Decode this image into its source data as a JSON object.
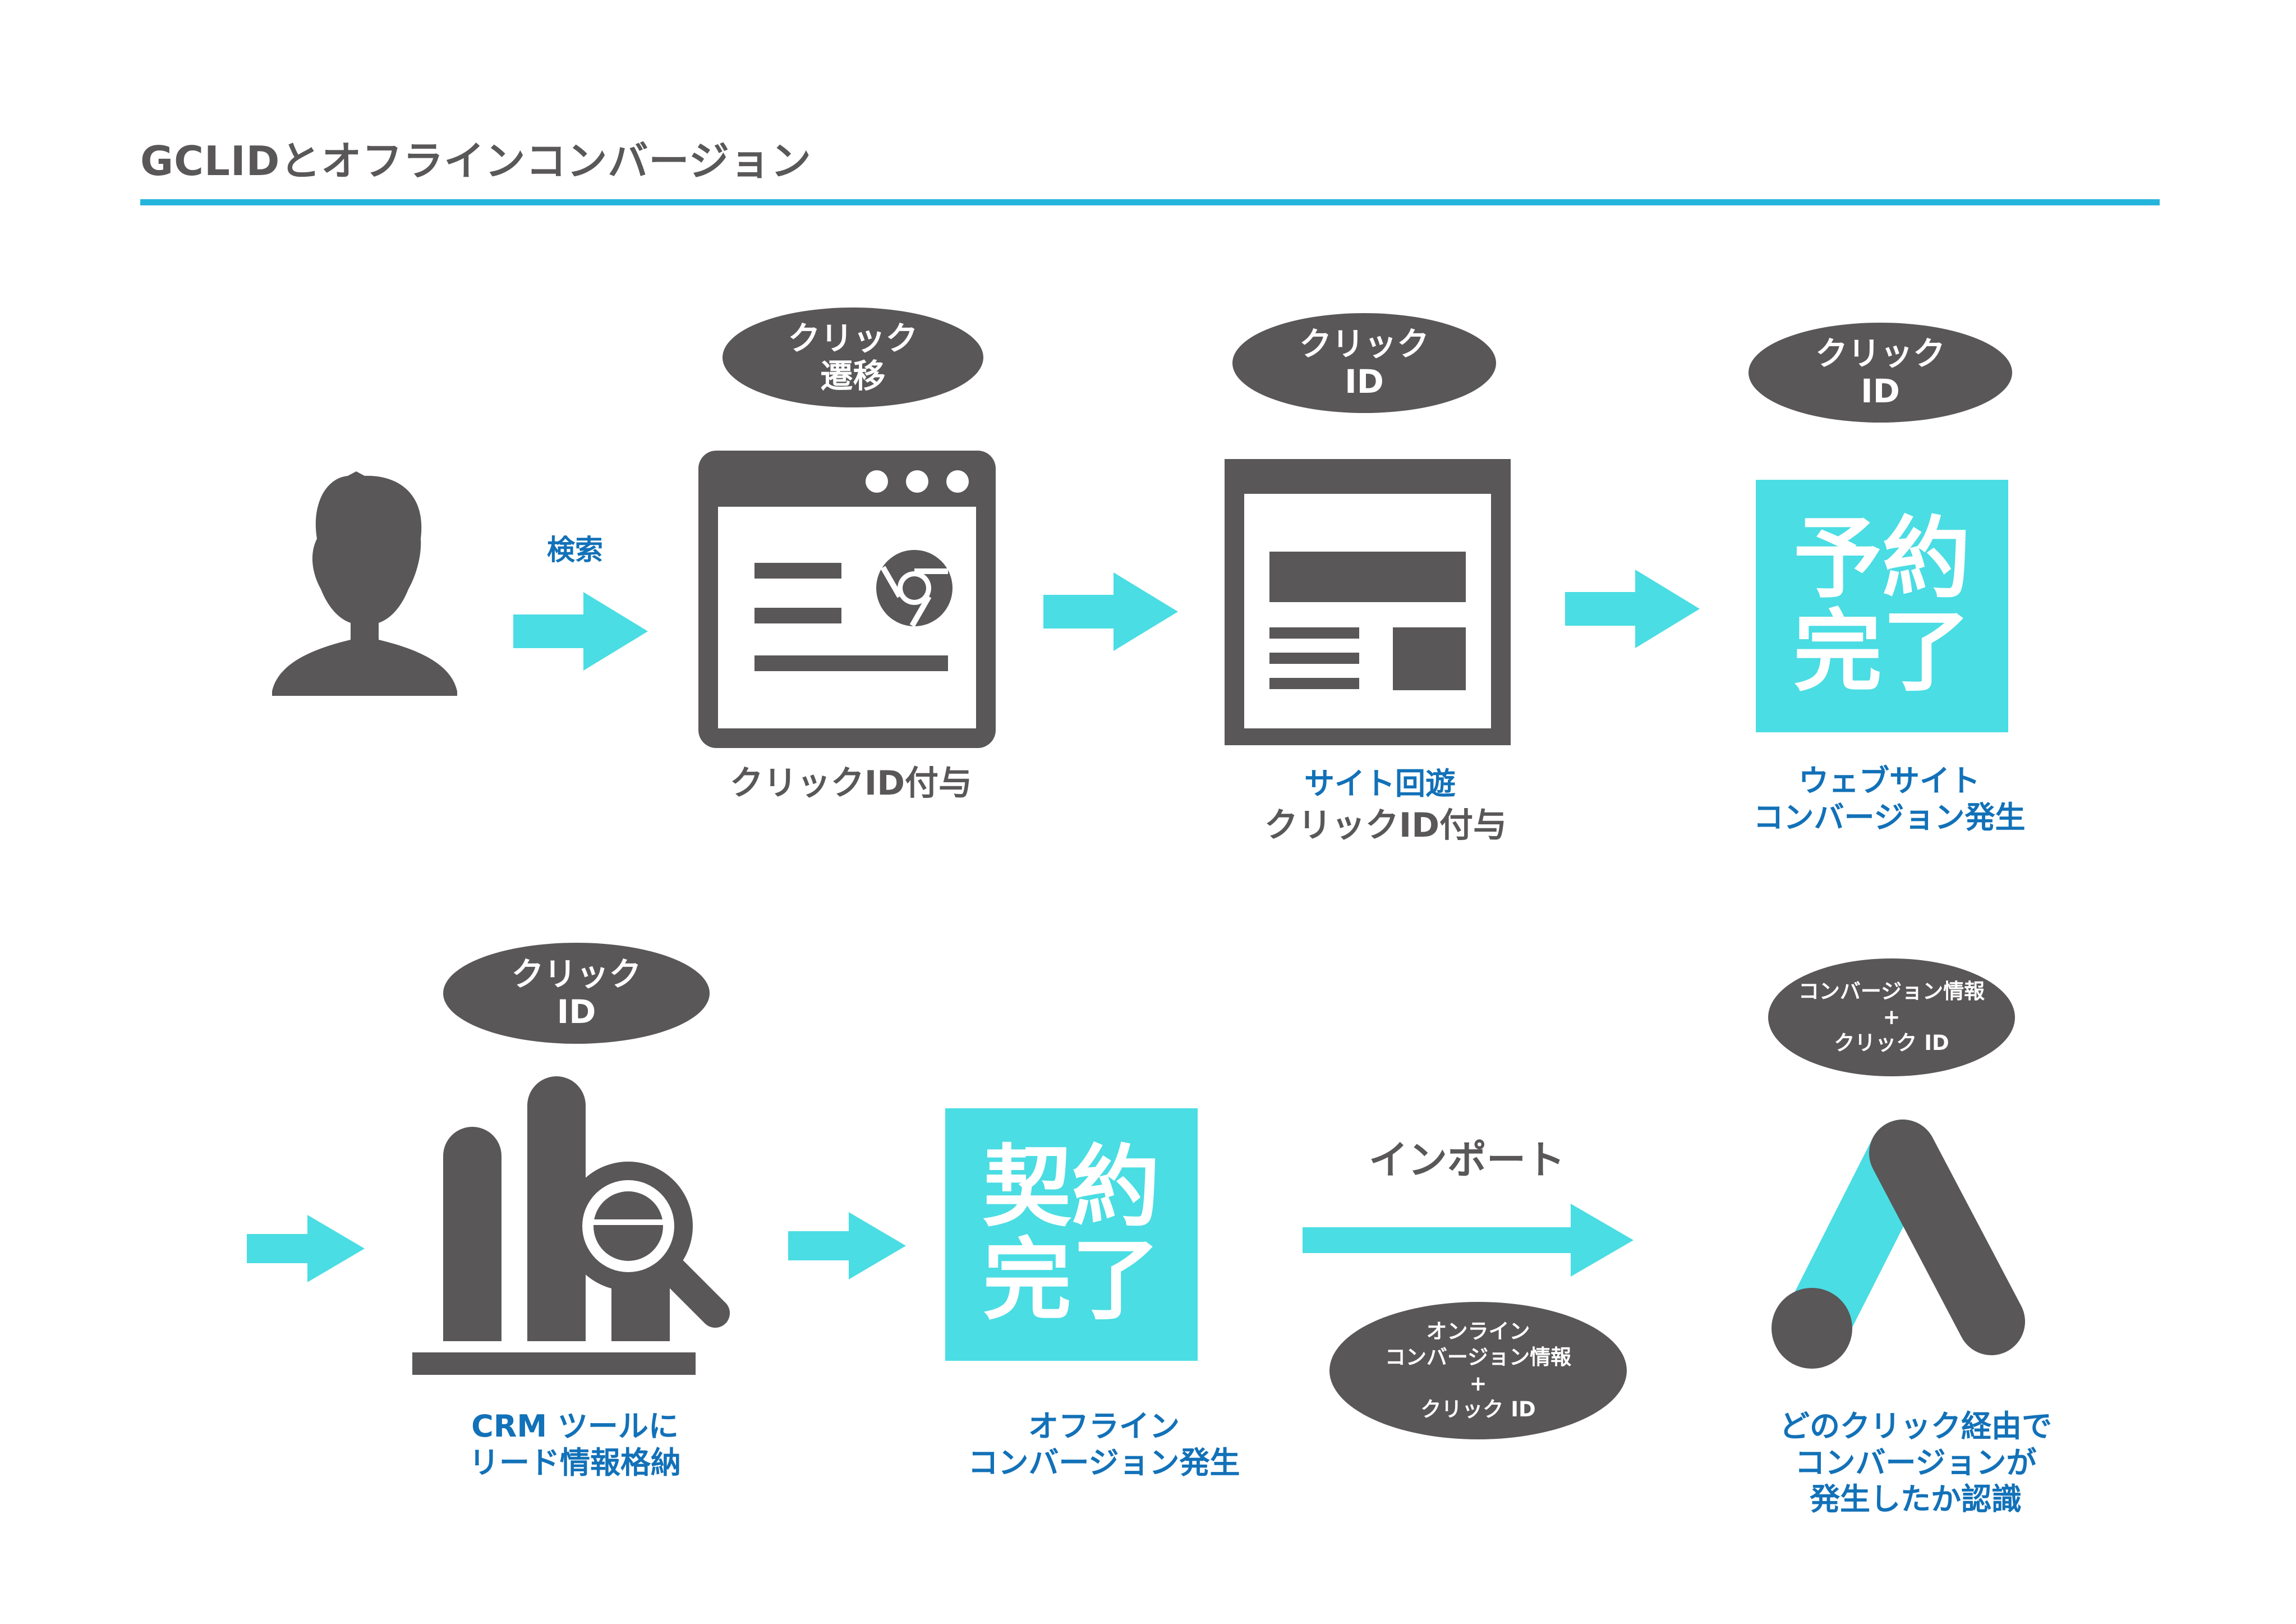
{
  "title": "GCLIDとオフラインコンバージョン",
  "colors": {
    "accent_teal": "#4ADDE3",
    "rule_blue": "#25B4DB",
    "label_blue": "#1271B8",
    "dark_gray": "#595757"
  },
  "row1": {
    "search_label": "検索",
    "pill_browser": [
      "クリック",
      "遷移"
    ],
    "browser_caption": "クリックID付与",
    "pill_site": [
      "クリック",
      "ID"
    ],
    "site_caption_blue": "サイト回遊",
    "site_caption_gray": "クリックID付与",
    "pill_booking": [
      "クリック",
      "ID"
    ],
    "booking_box": [
      "予約",
      "完了"
    ],
    "booking_caption": [
      "ウェブサイト",
      "コンバージョン発生"
    ]
  },
  "row2": {
    "pill_crm": [
      "クリック",
      "ID"
    ],
    "crm_caption": [
      "CRM ツールに",
      "リード情報格納"
    ],
    "contract_box": [
      "契約",
      "完了"
    ],
    "contract_caption": [
      "オフライン",
      "コンバージョン発生"
    ],
    "import_label": "インポート",
    "pill_import": [
      "オンライン",
      "コンバージョン情報",
      "+",
      "クリック ID"
    ],
    "pill_ads": [
      "コンバージョン情報",
      "+",
      "クリック ID"
    ],
    "ads_caption": [
      "どのクリック経由で",
      "コンバージョンが",
      "発生したか認識"
    ]
  },
  "icons": [
    "user-icon",
    "browser-window-icon",
    "chrome-logo-icon",
    "webpage-layout-icon",
    "crm-chart-search-icon",
    "google-ads-logo-icon",
    "arrow-right-icon"
  ]
}
